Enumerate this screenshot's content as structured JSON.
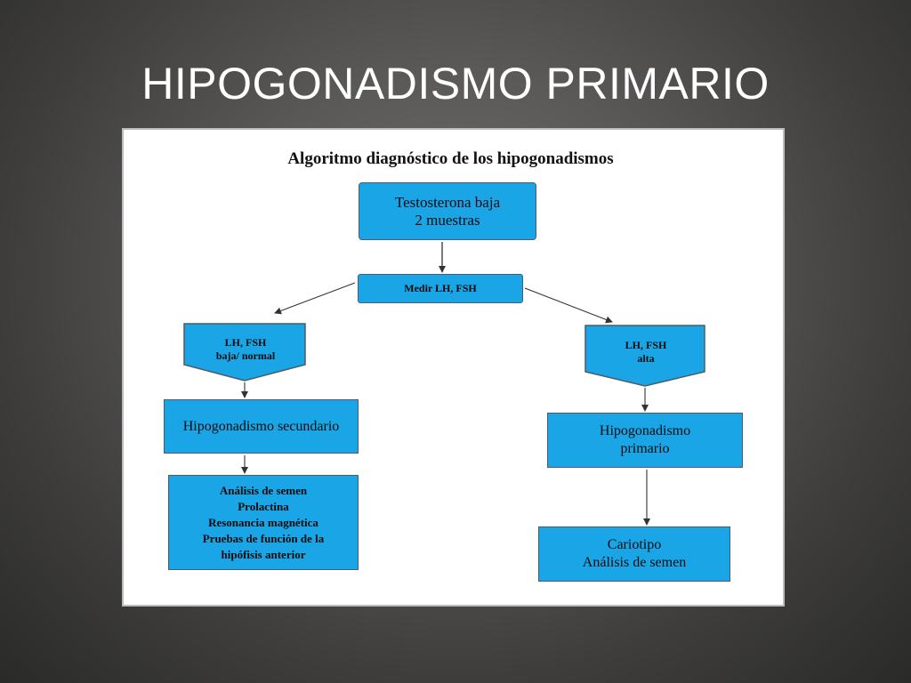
{
  "slide": {
    "title": "HIPOGONADISMO PRIMARIO"
  },
  "diagram": {
    "title": "Algoritmo diagnóstico de los hipogonadismos",
    "nodes": {
      "testosterona": "Testosterona baja\n2 muestras",
      "medir": "Medir LH, FSH",
      "lh_low": "LH, FSH\nbaja/ normal",
      "lh_high": "LH, FSH\nalta",
      "secundario": "Hipogonadismo secundario",
      "secundario_pruebas": "Análisis de semen\nProlactina\nResonancia magnética\nPruebas de función de la\nhipófisis  anterior",
      "primario": "Hipogonadismo\nprimario",
      "primario_pruebas": "Cariotipo\nAnálisis de semen"
    },
    "colors": {
      "box_fill": "#1aa6e6",
      "box_border": "#4a5d6a",
      "arrow": "#333333",
      "figure_bg": "#ffffff"
    }
  }
}
